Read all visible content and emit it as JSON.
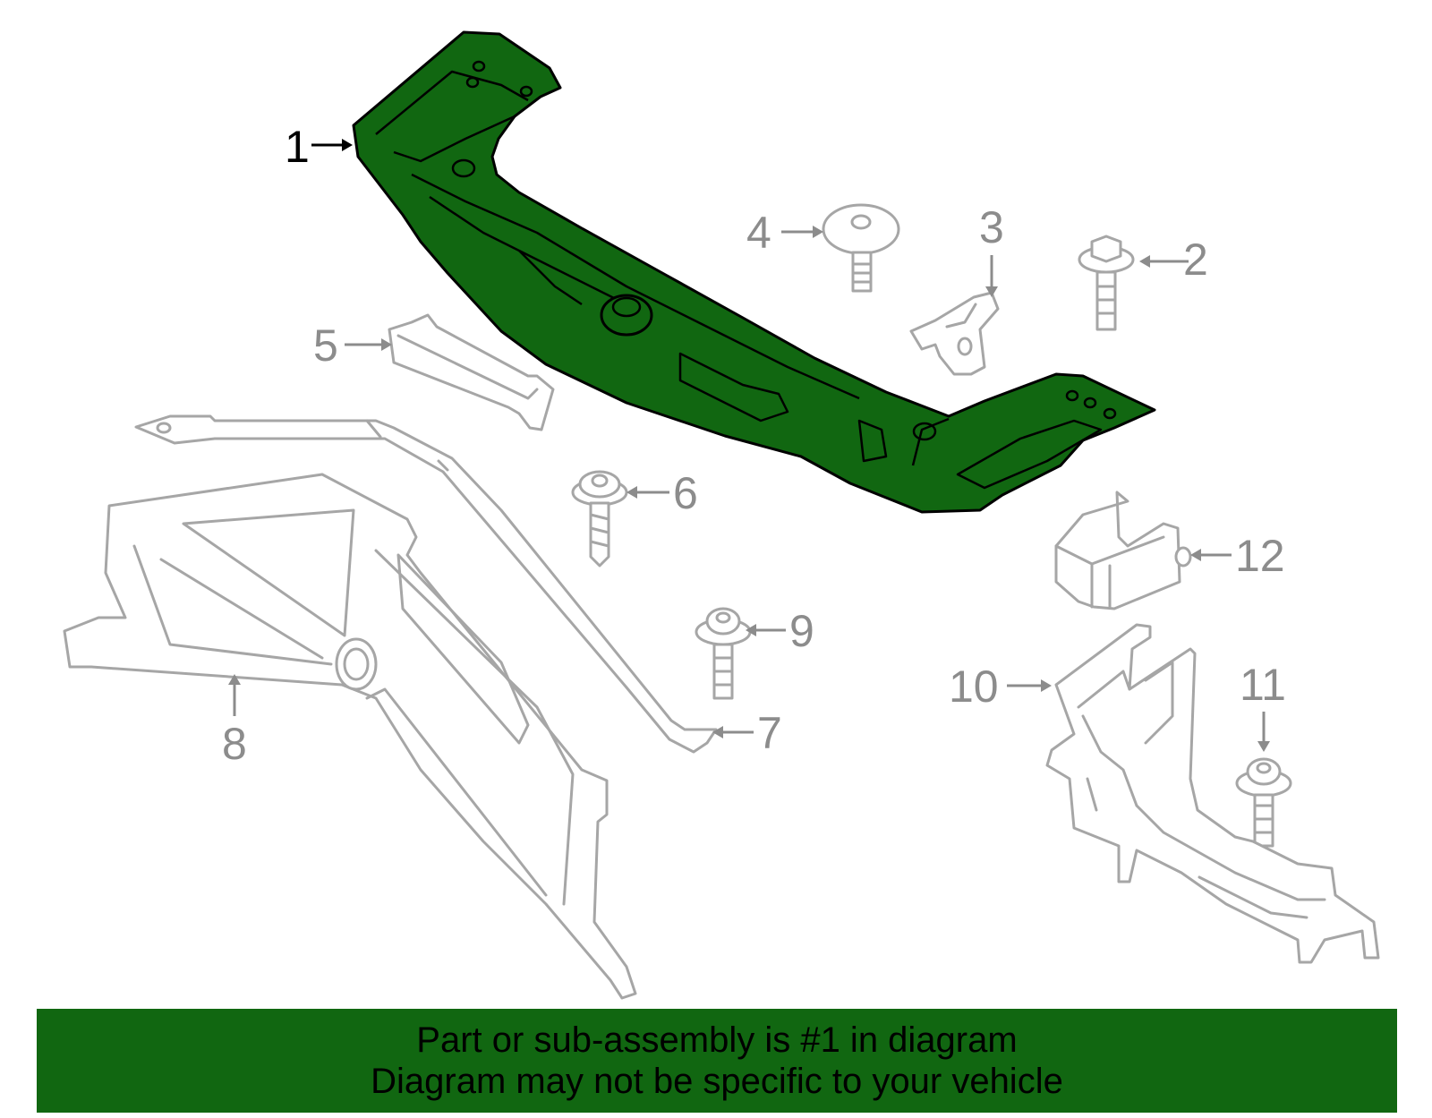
{
  "callouts": {
    "c1": "1",
    "c2": "2",
    "c3": "3",
    "c4": "4",
    "c5": "5",
    "c6": "6",
    "c7": "7",
    "c8": "8",
    "c9": "9",
    "c10": "10",
    "c11": "11",
    "c12": "12"
  },
  "highlighted_part": "1",
  "colors": {
    "highlight": "#116711",
    "line": "#a6a6a6",
    "label": "#8c8c8c",
    "banner": "#116711"
  },
  "banner": {
    "line1": "Part or sub-assembly is #1 in diagram",
    "line2": "Diagram may not be specific to your vehicle"
  }
}
